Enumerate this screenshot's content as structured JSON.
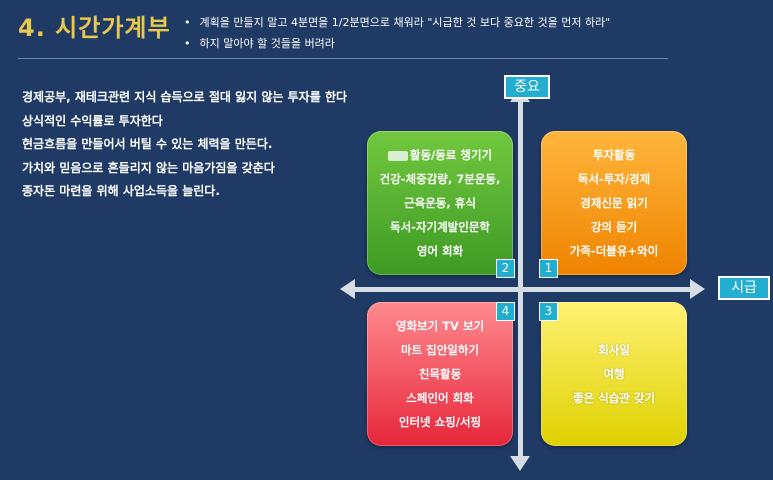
{
  "header": {
    "title": "4. 시간가계부",
    "bullets": [
      "계획을 만들지 말고 4분면을 1/2분면으로 채워라 \"시급한 것 보다 중요한 것을 먼저 하라\"",
      "하지 말아야 할 것들을 버려라"
    ]
  },
  "left_text": [
    "경제공부, 재테크관련 지식 습득으로 절대 잃지 않는 투자를 한다",
    "상식적인 수익률로 투자한다",
    "현금흐름을 만들어서 버틸 수 있는 체력을 만든다.",
    "가치와 믿음으로 흔들리지 않는 마음가짐을 갖춘다",
    "종자돈 마련을 위해 사업소득을 늘린다."
  ],
  "axes": {
    "vertical_label": "중요",
    "horizontal_label": "시급"
  },
  "quadrants": {
    "q1": {
      "number": "1",
      "color": "#f59a12",
      "items": [
        "투자활동",
        "독서-투자/경제",
        "경제신문 읽기",
        "강의 듣기",
        "가족-더블유+와이"
      ]
    },
    "q2": {
      "number": "2",
      "color": "#55b232",
      "items": [
        "활동/동료 챙기기",
        "건강-체중감량, 7분운동,",
        "근육운동, 휴식",
        "독서-자기계발인문학",
        "영어 회화"
      ]
    },
    "q3": {
      "number": "3",
      "color": "#eadf1c",
      "items": [
        "회사일",
        "여행",
        "좋은 식습관 갖기"
      ]
    },
    "q4": {
      "number": "4",
      "color": "#f0404f",
      "items": [
        "영화보기 TV 보기",
        "마트 집안일하기",
        "친목활동",
        "스페인어 회화",
        "인터넷 쇼핑/서핑"
      ]
    }
  },
  "colors": {
    "background": "#203a66",
    "title": "#e9c84b",
    "label_accent": "#22aecf"
  }
}
